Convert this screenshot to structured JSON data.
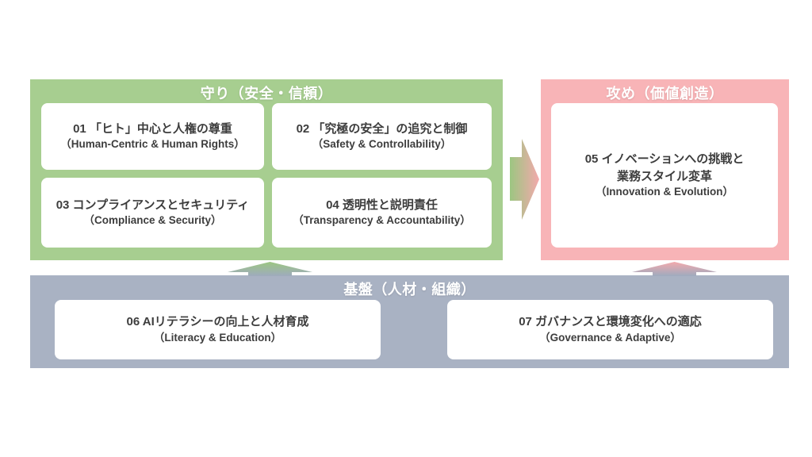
{
  "page": {
    "background": "#ffffff"
  },
  "colors": {
    "defense_bg": "#a7ce90",
    "offense_bg": "#f8b4b7",
    "foundation_bg": "#a9b2c3",
    "card_bg": "#ffffff",
    "card_text": "#3d3d3d",
    "title_text": "#ffffff",
    "arrow_green": "#9cc681",
    "arrow_pink": "#f3a9ac",
    "arrow_gray": "#9fabbe"
  },
  "sections": {
    "defense": {
      "title": "守り（安全・信頼）",
      "cards": [
        {
          "jp": "01 「ヒト」中心と人権の尊重",
          "en": "（Human-Centric & Human Rights）"
        },
        {
          "jp": "02 「究極の安全」の追究と制御",
          "en": "（Safety & Controllability）"
        },
        {
          "jp": "03 コンプライアンスとセキュリティ",
          "en": "（Compliance & Security）"
        },
        {
          "jp": "04 透明性と説明責任",
          "en": "（Transparency & Accountability）"
        }
      ]
    },
    "offense": {
      "title": "攻め（価値創造）",
      "cards": [
        {
          "jp": "05 イノベーションへの挑戦と",
          "jp2": "業務スタイル変革",
          "en": "（Innovation & Evolution）"
        }
      ]
    },
    "foundation": {
      "title": "基盤（人材・組織）",
      "cards": [
        {
          "jp": "06 AIリテラシーの向上と人材育成",
          "en": "（Literacy & Education）"
        },
        {
          "jp": "07 ガバナンスと環境変化への適応",
          "en": "（Governance & Adaptive）"
        }
      ]
    }
  },
  "icons": {
    "defense_to_offense_arrow": "right-block-arrow",
    "foundation_to_defense_arrow": "up-block-arrow",
    "foundation_to_offense_arrow": "up-block-arrow"
  }
}
